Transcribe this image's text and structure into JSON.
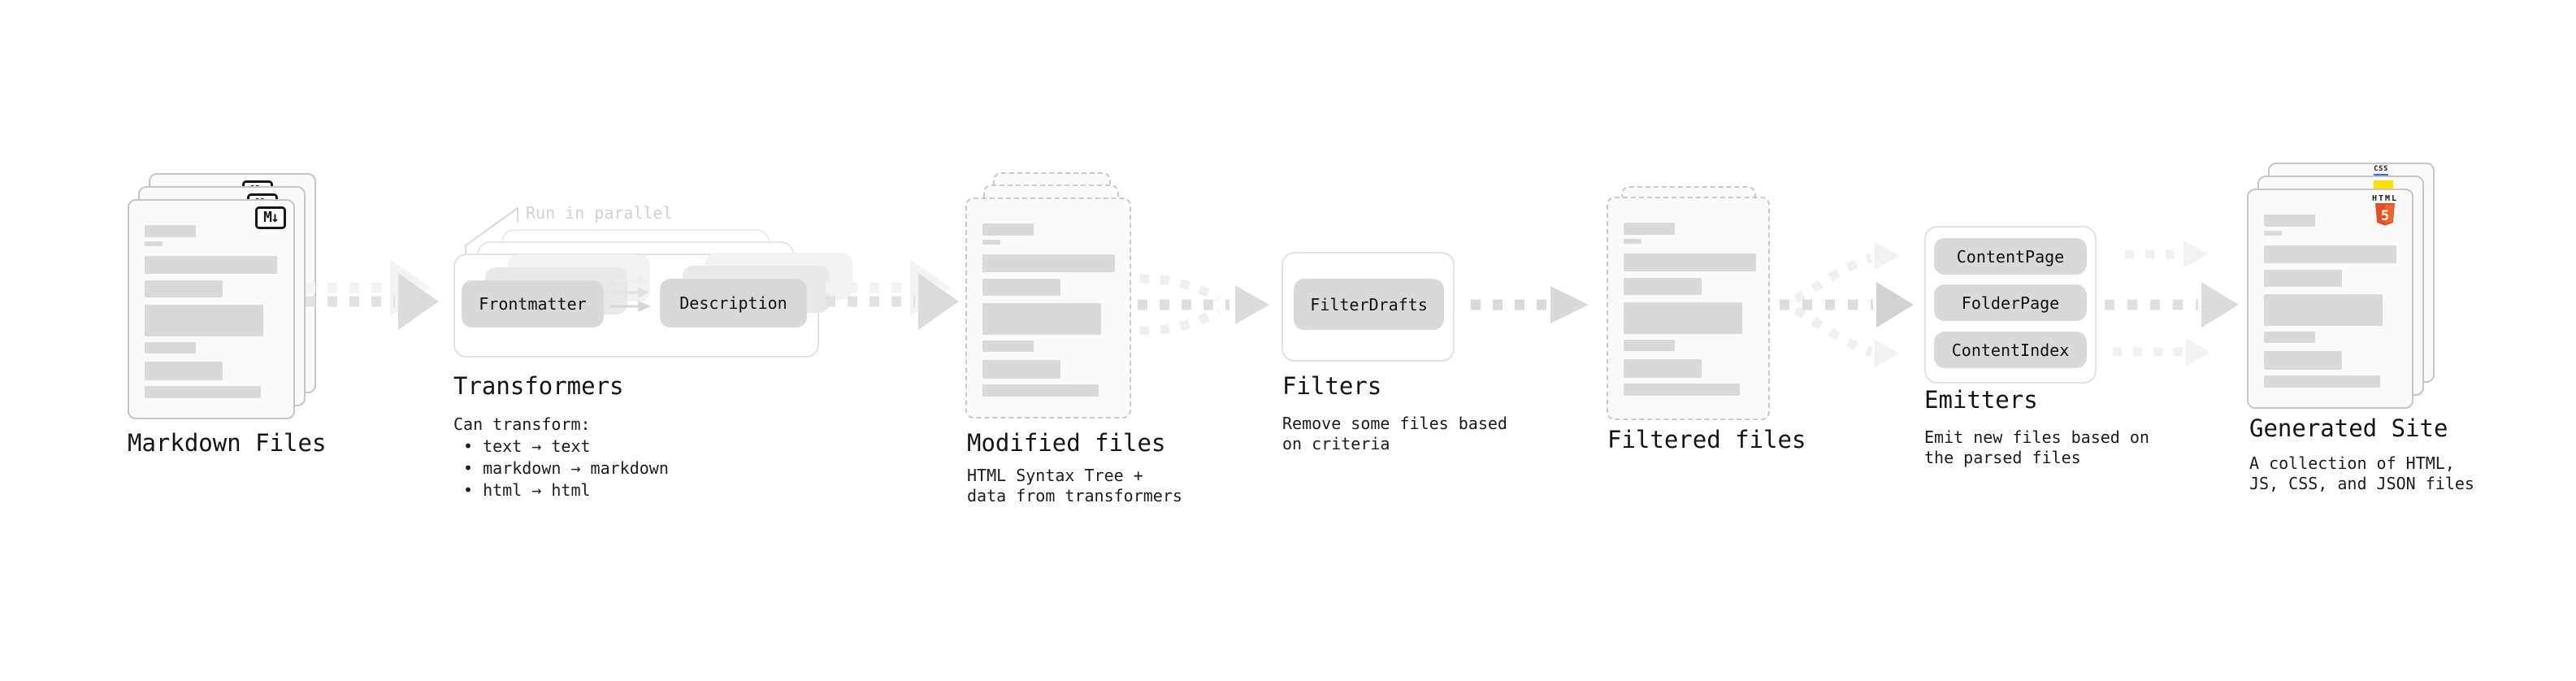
{
  "pipeline": {
    "markdown": {
      "label": "Markdown Files",
      "badge": "M↓"
    },
    "transformers": {
      "title": "Transformers",
      "annotation": "Run in parallel",
      "frontmatter": "Frontmatter",
      "description": "Description",
      "caption": "Can transform:",
      "bullet1": "• text → text",
      "bullet2": "• markdown → markdown",
      "bullet3": "• html → html"
    },
    "modified": {
      "label": "Modified files",
      "caption1": "HTML Syntax Tree +",
      "caption2": "data from transformers"
    },
    "filters": {
      "title": "Filters",
      "node": "FilterDrafts",
      "caption1": "Remove some files based",
      "caption2": "on criteria"
    },
    "filtered": {
      "label": "Filtered files"
    },
    "emitters": {
      "title": "Emitters",
      "node1": "ContentPage",
      "node2": "FolderPage",
      "node3": "ContentIndex",
      "caption1": "Emit new files based on",
      "caption2": "the parsed files"
    },
    "generated": {
      "label": "Generated Site",
      "caption1": "A collection of HTML,",
      "caption2": "JS, CSS, and JSON files",
      "css_badge": "CSS",
      "html_badge_label": "HTML",
      "html_badge_number": "5"
    }
  },
  "colors": {
    "html5_orange": "#e44d26",
    "html5_orange_light": "#f16529",
    "js_yellow": "#ffdf00",
    "css_blue": "#2a6df4",
    "node_fill": "#d9d9d9",
    "bar_fill": "#d9d9d9",
    "text": "#161616",
    "muted_annotation": "#d2d2d2"
  },
  "decor": {
    "file_bars": {
      "offsets": [
        30,
        50,
        68,
        98,
        128,
        174,
        198,
        228
      ],
      "widths": [
        63,
        22,
        163,
        96,
        146,
        63,
        96,
        143
      ],
      "heights": [
        15,
        6,
        22,
        21,
        39,
        14,
        23,
        15
      ]
    }
  }
}
